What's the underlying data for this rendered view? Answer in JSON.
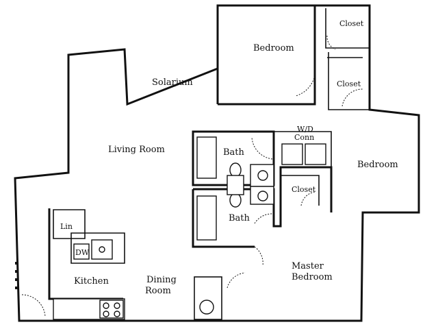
{
  "rooms": {
    "bedroom_top": "Bedroom",
    "closet_top": "Closet",
    "closet_mid": "Closet",
    "solarium": "Solarium",
    "wd_conn_line1": "W/D",
    "wd_conn_line2": "Conn",
    "bedroom_right": "Bedroom",
    "living_room": "Living Room",
    "bath_upper": "Bath",
    "bath_lower": "Bath",
    "closet_master": "Closet",
    "linen": "Lin",
    "dishwasher": "DW",
    "kitchen": "Kitchen",
    "dining_line1": "Dining",
    "dining_line2": "Room",
    "master_line1": "Master",
    "master_line2": "Bedroom"
  }
}
